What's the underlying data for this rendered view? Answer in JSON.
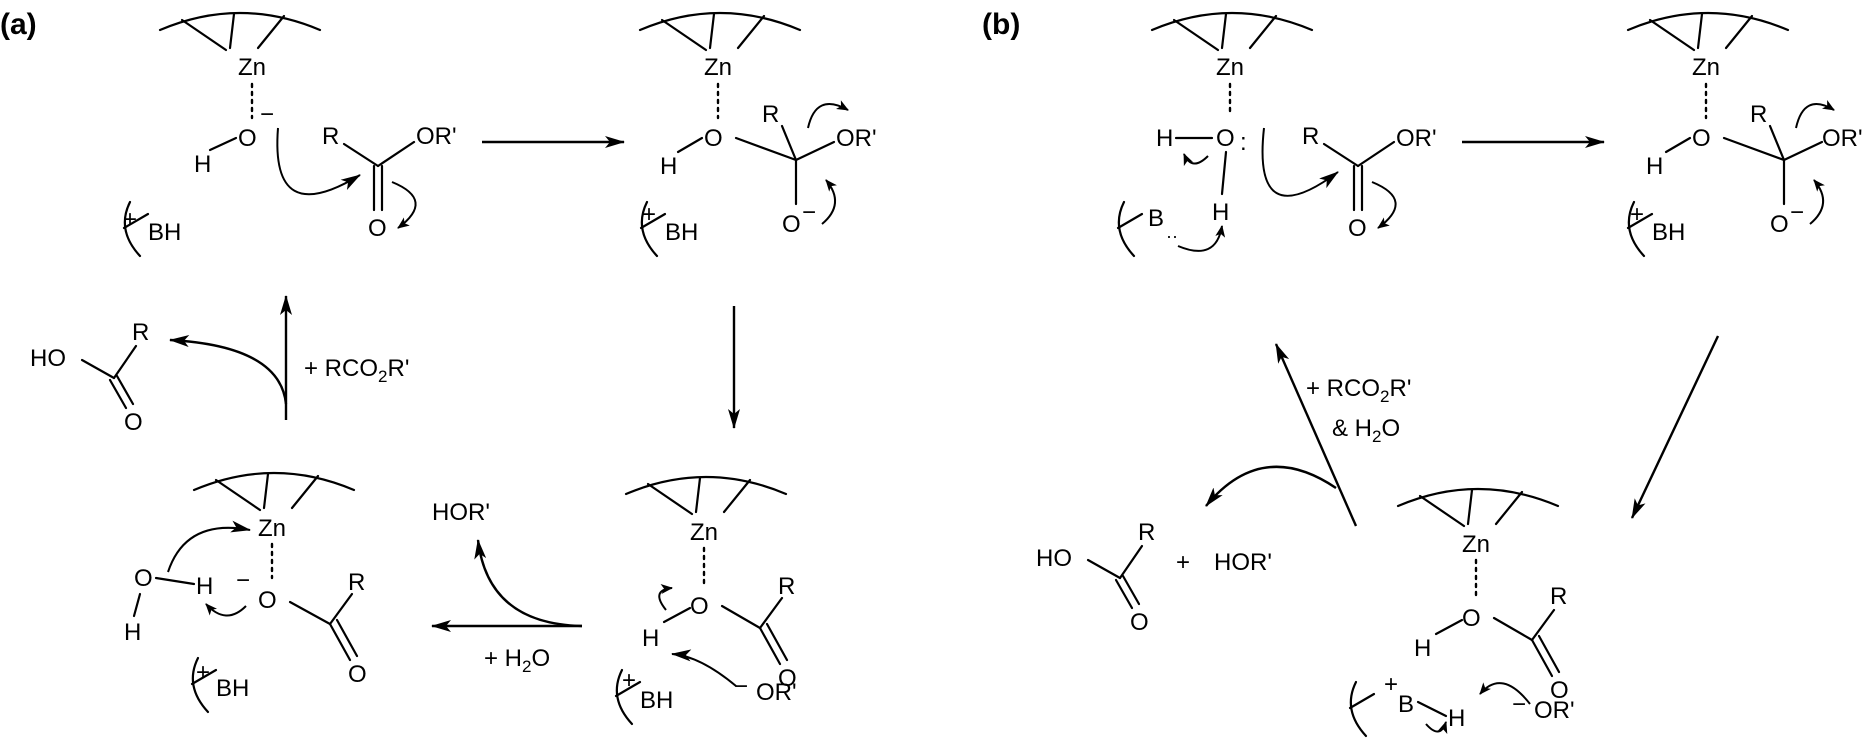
{
  "panels": [
    "(a)",
    "(b)"
  ],
  "atoms": {
    "zn": "Zn",
    "o": "O",
    "h": "H",
    "r": "R",
    "or_prime": "OR'",
    "bh": "BH",
    "plus": "+",
    "minus": "−",
    "b": "B",
    "ho": "HO",
    "hor_prime": "HOR'",
    "plus_sign": "+",
    "lone_pair": ":",
    "lone_pair_b": "··"
  },
  "conditions": {
    "add_ester_1": "+ RCO",
    "add_ester_2": "2",
    "add_ester_3": "R'",
    "add_water_1": "+ H",
    "add_water_2": "2",
    "add_water_3": "O",
    "and_water_1": "& H",
    "and_water_2": "2",
    "and_water_3": "O"
  }
}
